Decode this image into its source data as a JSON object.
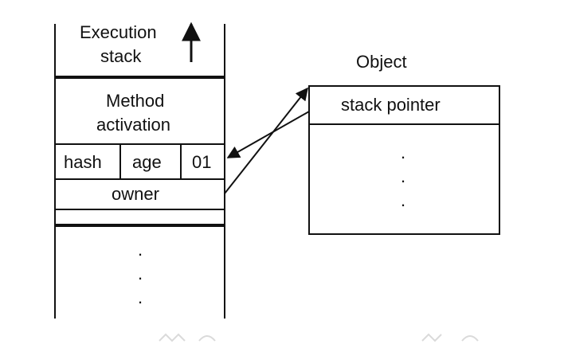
{
  "stack": {
    "heading_line1": "Execution",
    "heading_line2": "stack",
    "method_line1": "Method",
    "method_line2": "activation",
    "header_cells": [
      "hash",
      "age",
      "01"
    ],
    "owner_label": "owner",
    "ellipsis": [
      ".",
      ".",
      "."
    ]
  },
  "object": {
    "title": "Object",
    "stack_pointer_label": "stack pointer",
    "ellipsis": [
      ".",
      ".",
      "."
    ]
  }
}
